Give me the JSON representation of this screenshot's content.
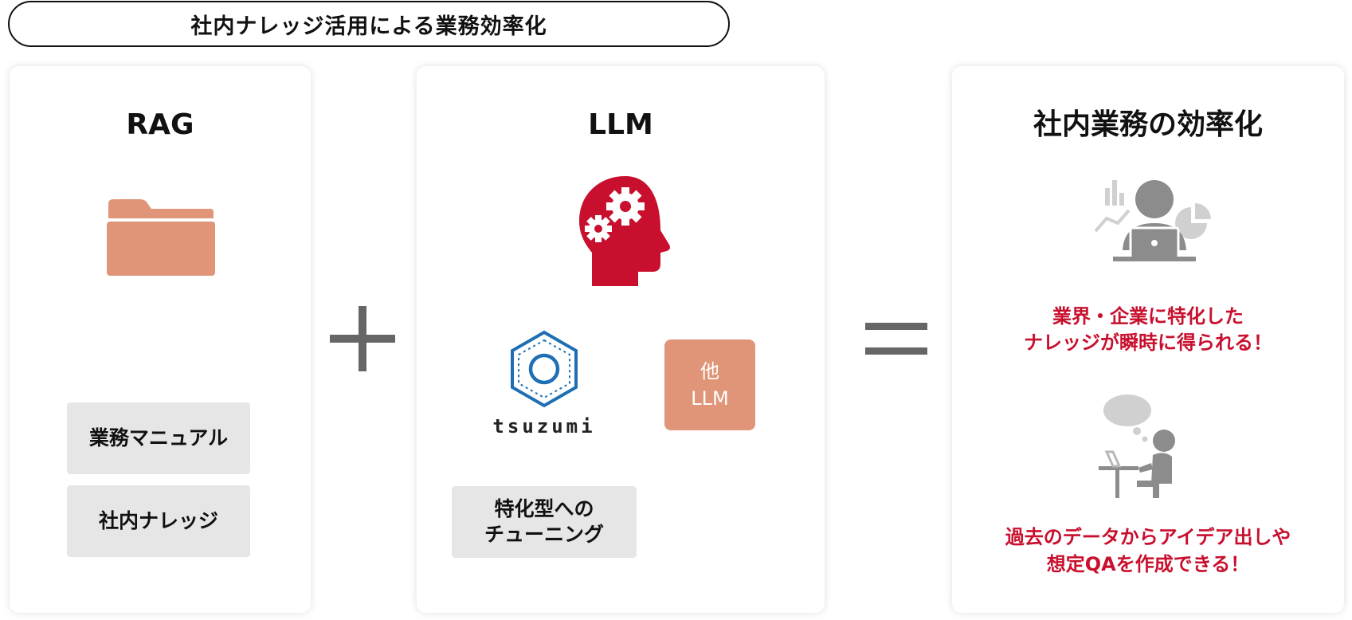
{
  "header": {
    "title": "社内ナレッジ活用による業務効率化"
  },
  "rag": {
    "title": "RAG",
    "items": [
      "業務マニュアル",
      "社内ナレッジ"
    ]
  },
  "llm": {
    "title": "LLM",
    "tsuzumi_label": "tsuzumi",
    "other_llm_line1": "他",
    "other_llm_line2": "LLM",
    "tuning_line1": "特化型への",
    "tuning_line2": "チューニング"
  },
  "result": {
    "title": "社内業務の効率化",
    "benefit1_line1": "業界・企業に特化した",
    "benefit1_line2": "ナレッジが瞬時に得られる！",
    "benefit2_line1": "過去のデータからアイデア出しや",
    "benefit2_line2": "想定QAを作成できる！"
  },
  "colors": {
    "accent_red": "#c8102e",
    "folder_orange": "#e09578",
    "gray_icon": "#8c8c8c",
    "box_gray": "#e6e6e6",
    "tsuzumi_blue": "#1e6fb3"
  },
  "icons": {
    "folder": "folder-icon",
    "brain": "head-gears-icon",
    "tsuzumi": "tsuzumi-logo",
    "analyst": "person-laptop-charts-icon",
    "thinker": "person-thinking-icon"
  }
}
